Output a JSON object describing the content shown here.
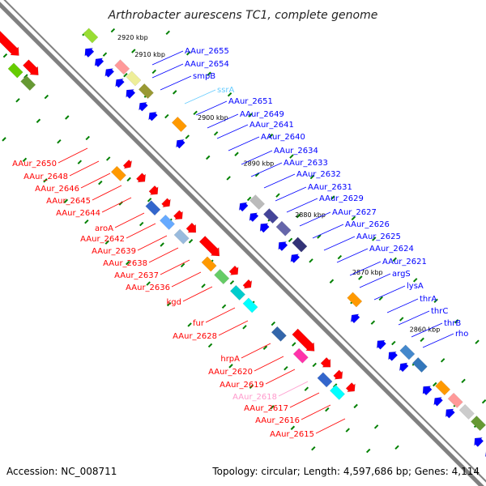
{
  "title": "Arthrobacter aurescens TC1, complete genome",
  "footer": {
    "accession": "Accession: NC_008711",
    "topology": "Topology: circular; Length: 4,597,686 bp; Genes: 4,114"
  },
  "colors": {
    "backbone": "#808080",
    "forward": "#ff0000",
    "reverse": "#0000ff",
    "rna": "#66ccff",
    "pseudo": "#ff99cc",
    "ticks": "#008000"
  },
  "ticks": [
    "2920 kbp",
    "2910 kbp",
    "2900 kbp",
    "2890 kbp",
    "2880 kbp",
    "2870 kbp",
    "2860 kbp"
  ],
  "labels_top": [
    {
      "text": "AAur_2655",
      "type": "reverse"
    },
    {
      "text": "AAur_2654",
      "type": "reverse"
    },
    {
      "text": "smpB",
      "type": "reverse"
    },
    {
      "text": "ssrA",
      "type": "rna"
    },
    {
      "text": "AAur_2651",
      "type": "reverse"
    },
    {
      "text": "AAur_2649",
      "type": "reverse"
    },
    {
      "text": "AAur_2641",
      "type": "reverse"
    },
    {
      "text": "AAur_2640",
      "type": "reverse"
    },
    {
      "text": "AAur_2634",
      "type": "reverse"
    },
    {
      "text": "AAur_2633",
      "type": "reverse"
    },
    {
      "text": "AAur_2632",
      "type": "reverse"
    },
    {
      "text": "AAur_2631",
      "type": "reverse"
    },
    {
      "text": "AAur_2629",
      "type": "reverse"
    },
    {
      "text": "AAur_2627",
      "type": "reverse"
    },
    {
      "text": "AAur_2626",
      "type": "reverse"
    },
    {
      "text": "AAur_2625",
      "type": "reverse"
    },
    {
      "text": "AAur_2624",
      "type": "reverse"
    },
    {
      "text": "AAur_2621",
      "type": "reverse"
    },
    {
      "text": "argS",
      "type": "reverse"
    },
    {
      "text": "lysA",
      "type": "reverse"
    },
    {
      "text": "thrA",
      "type": "reverse"
    },
    {
      "text": "thrC",
      "type": "reverse"
    },
    {
      "text": "thrB",
      "type": "reverse"
    },
    {
      "text": "rho",
      "type": "reverse"
    }
  ],
  "labels_bottom": [
    {
      "text": "AAur_2650",
      "type": "forward"
    },
    {
      "text": "AAur_2648",
      "type": "forward"
    },
    {
      "text": "AAur_2646",
      "type": "forward"
    },
    {
      "text": "AAur_2645",
      "type": "forward"
    },
    {
      "text": "AAur_2644",
      "type": "forward"
    },
    {
      "text": "aroA",
      "type": "forward"
    },
    {
      "text": "AAur_2642",
      "type": "forward"
    },
    {
      "text": "AAur_2639",
      "type": "forward"
    },
    {
      "text": "AAur_2638",
      "type": "forward"
    },
    {
      "text": "AAur_2637",
      "type": "forward"
    },
    {
      "text": "AAur_2636",
      "type": "forward"
    },
    {
      "text": "kgd",
      "type": "forward"
    },
    {
      "text": "fur",
      "type": "forward"
    },
    {
      "text": "AAur_2628",
      "type": "forward"
    },
    {
      "text": "hrpA",
      "type": "forward"
    },
    {
      "text": "AAur_2620",
      "type": "forward"
    },
    {
      "text": "AAur_2619",
      "type": "forward"
    },
    {
      "text": "AAur_2618",
      "type": "pseudo"
    },
    {
      "text": "AAur_2617",
      "type": "forward"
    },
    {
      "text": "AAur_2616",
      "type": "forward"
    },
    {
      "text": "AAur_2615",
      "type": "forward"
    }
  ]
}
